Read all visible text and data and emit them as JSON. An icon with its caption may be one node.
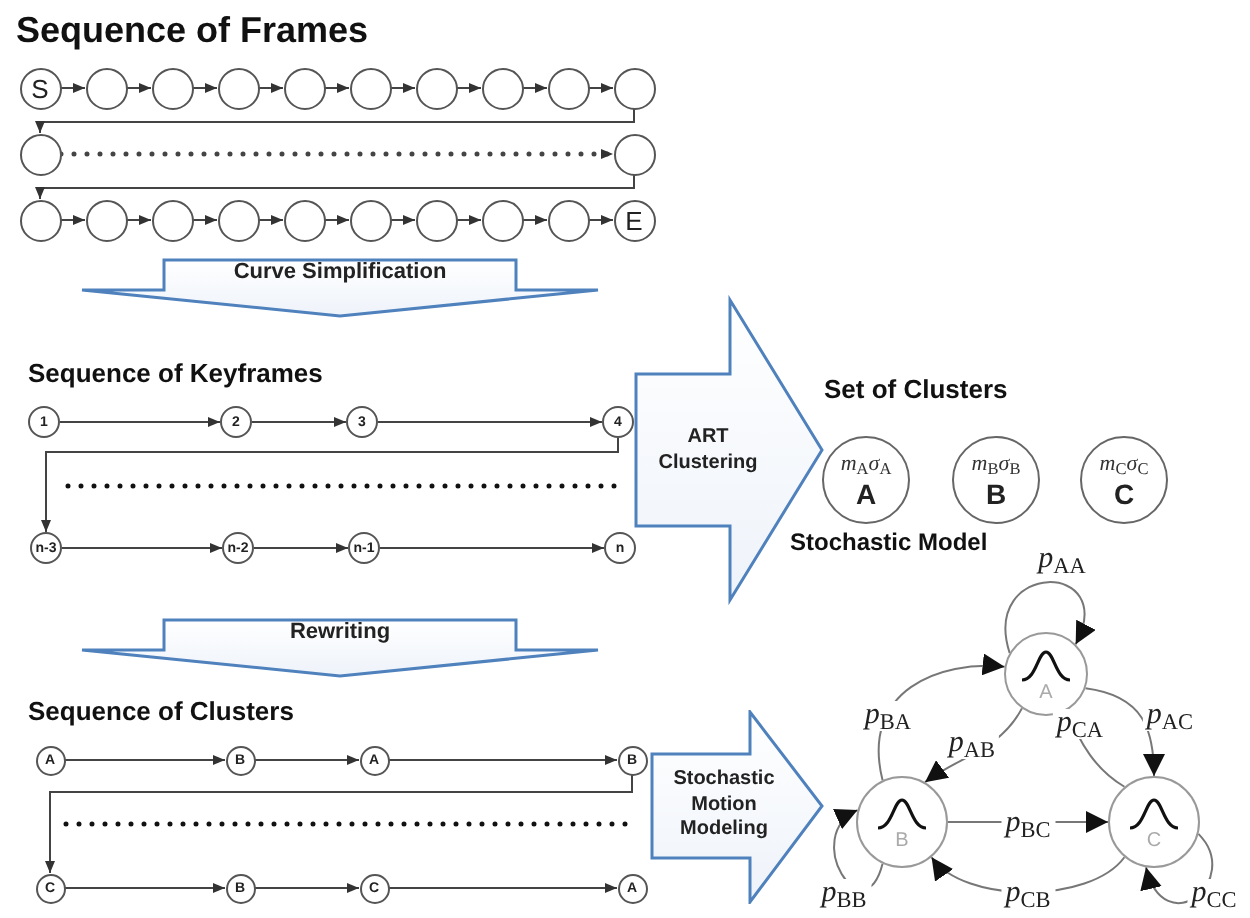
{
  "diagram": {
    "nodes": [
      {
        "text": [
          "S"
        ]
      },
      {
        "text": [],
        "shape": "circle"
      },
      {
        "text": [],
        "shape": "circle"
      },
      {
        "text": [],
        "shape": "circle"
      },
      {
        "text": [],
        "shape": "circle"
      },
      {
        "text": [],
        "shape": "circle"
      },
      {
        "text": [],
        "shape": "circle"
      },
      {
        "text": [],
        "shape": "circle"
      },
      {
        "text": [],
        "shape": "circle"
      },
      {
        "text": [],
        "shape": "circle"
      },
      {
        "text": [],
        "shape": "circle"
      },
      {
        "text": [],
        "shape": "circle"
      },
      {
        "text": [],
        "shape": "circle"
      },
      {
        "text": [],
        "shape": "circle"
      },
      {
        "text": [],
        "shape": "circle"
      },
      {
        "text": [],
        "shape": "circle"
      },
      {
        "text": [],
        "shape": "circle"
      },
      {
        "text": [],
        "shape": "circle"
      },
      {
        "text": [],
        "shape": "circle"
      },
      {
        "text": [],
        "shape": "circle"
      },
      {
        "text": [],
        "shape": "circle"
      },
      {
        "text": [
          "E"
        ]
      },
      {
        "text": [
          "Curve Simplification"
        ]
      },
      {
        "text": [
          "1"
        ]
      },
      {
        "text": [
          "2"
        ]
      },
      {
        "text": [
          "3"
        ]
      },
      {
        "text": [
          "4"
        ]
      },
      {
        "text": [
          "n-3"
        ]
      },
      {
        "text": [
          "n-2"
        ]
      },
      {
        "text": [
          "n-1"
        ]
      },
      {
        "text": [
          "n"
        ]
      },
      {
        "text": [
          "*m*$_{A}$*σ*$_{A}$",
          "A"
        ]
      },
      {
        "text": [
          "*m*$_{B}$*σ*$_{B}$",
          "B"
        ]
      },
      {
        "text": [
          "*m*$_{C}$*σ*$_{C}$",
          "C"
        ]
      },
      {
        "text": [
          "Rewriting"
        ]
      },
      {
        "text": [
          "A"
        ]
      },
      {
        "text": [
          "B"
        ]
      },
      {
        "text": [
          "A"
        ]
      },
      {
        "text": [
          "B"
        ]
      },
      {
        "text": [
          "C"
        ]
      },
      {
        "text": [
          "B"
        ]
      },
      {
        "text": [
          "C"
        ]
      },
      {
        "text": [
          "A"
        ]
      },
      {
        "text": [
          "Stochastic Motion Modeling"
        ]
      },
      {
        "text": [
          "A"
        ]
      },
      {
        "text": [
          "B"
        ]
      },
      {
        "text": [
          "C"
        ]
      }
    ],
    "edges": [
      {
        "from": 0,
        "to": 1,
        "arrow": "to"
      },
      {
        "from": 1,
        "to": 2,
        "arrow": "to"
      },
      {
        "from": 2,
        "to": 3,
        "arrow": "to"
      },
      {
        "from": 3,
        "to": 4,
        "arrow": "to"
      },
      {
        "from": 4,
        "to": 5,
        "arrow": "to"
      },
      {
        "from": 5,
        "to": 6,
        "arrow": "to"
      },
      {
        "from": 6,
        "to": 7,
        "arrow": "to"
      },
      {
        "from": 7,
        "to": 8,
        "arrow": "to"
      },
      {
        "from": 8,
        "to": 9,
        "arrow": "to"
      },
      {
        "from": 9,
        "to": 10,
        "arrow": "to"
      },
      {
        "from": 10,
        "to": 11,
        "arrow": "to",
        "style": "dashed"
      },
      {
        "from": 11,
        "to": 12,
        "arrow": "to"
      },
      {
        "from": 12,
        "to": 13,
        "arrow": "to"
      },
      {
        "from": 13,
        "to": 14,
        "arrow": "to"
      },
      {
        "from": 14,
        "to": 15,
        "arrow": "to"
      },
      {
        "from": 15,
        "to": 16,
        "arrow": "to"
      },
      {
        "from": 16,
        "to": 17,
        "arrow": "to"
      },
      {
        "from": 17,
        "to": 18,
        "arrow": "to"
      },
      {
        "from": 18,
        "to": 19,
        "arrow": "to"
      },
      {
        "from": 19,
        "to": 20,
        "arrow": "to"
      },
      {
        "from": 20,
        "to": 21,
        "arrow": "to"
      },
      {
        "from": 23,
        "to": 24,
        "arrow": "to"
      },
      {
        "from": 24,
        "to": 25,
        "arrow": "to"
      },
      {
        "from": 25,
        "to": 26,
        "arrow": "to"
      },
      {
        "from": 26,
        "to": 27,
        "arrow": "to"
      },
      {
        "from": 27,
        "to": 28,
        "arrow": "to"
      },
      {
        "from": 28,
        "to": 29,
        "arrow": "to"
      },
      {
        "from": 29,
        "to": 30,
        "arrow": "to"
      },
      {
        "from": 30,
        "to": 31,
        "arrow": "to",
        "label": "ART Clustering"
      },
      {
        "from": 35,
        "to": 36,
        "arrow": "to"
      },
      {
        "from": 36,
        "to": 37,
        "arrow": "to"
      },
      {
        "from": 37,
        "to": 38,
        "arrow": "to"
      },
      {
        "from": 38,
        "to": 39,
        "arrow": "to"
      },
      {
        "from": 39,
        "to": 40,
        "arrow": "to"
      },
      {
        "from": 40,
        "to": 41,
        "arrow": "to"
      },
      {
        "from": 41,
        "to": 42,
        "arrow": "to"
      },
      {
        "from": 44,
        "to": 44,
        "arrow": "to",
        "label": "*p*$_{AA}$"
      },
      {
        "from": 44,
        "to": 45,
        "arrow": "to",
        "label": "*p*$_{AB}$"
      },
      {
        "from": 45,
        "to": 44,
        "arrow": "to",
        "label": "*p*$_{BA}$"
      },
      {
        "from": 44,
        "to": 46,
        "arrow": "to",
        "label": "*p*$_{AC}$"
      },
      {
        "from": 46,
        "to": 44,
        "arrow": "to",
        "label": "*p*$_{CA}$"
      },
      {
        "from": 45,
        "to": 46,
        "arrow": "to",
        "label": "*p*$_{BC}$"
      },
      {
        "from": 46,
        "to": 45,
        "arrow": "to",
        "label": "*p*$_{CB}$"
      },
      {
        "from": 45,
        "to": 45,
        "arrow": "to",
        "label": "*p*$_{BB}$"
      },
      {
        "from": 46,
        "to": 46,
        "arrow": "to",
        "label": "*p*$_{CC}$"
      }
    ],
    "labels": [
      "Sequence of Frames",
      "Sequence of Keyframes",
      "Set of Clusters",
      "Stochastic Model",
      "Sequence of Clusters"
    ]
  }
}
